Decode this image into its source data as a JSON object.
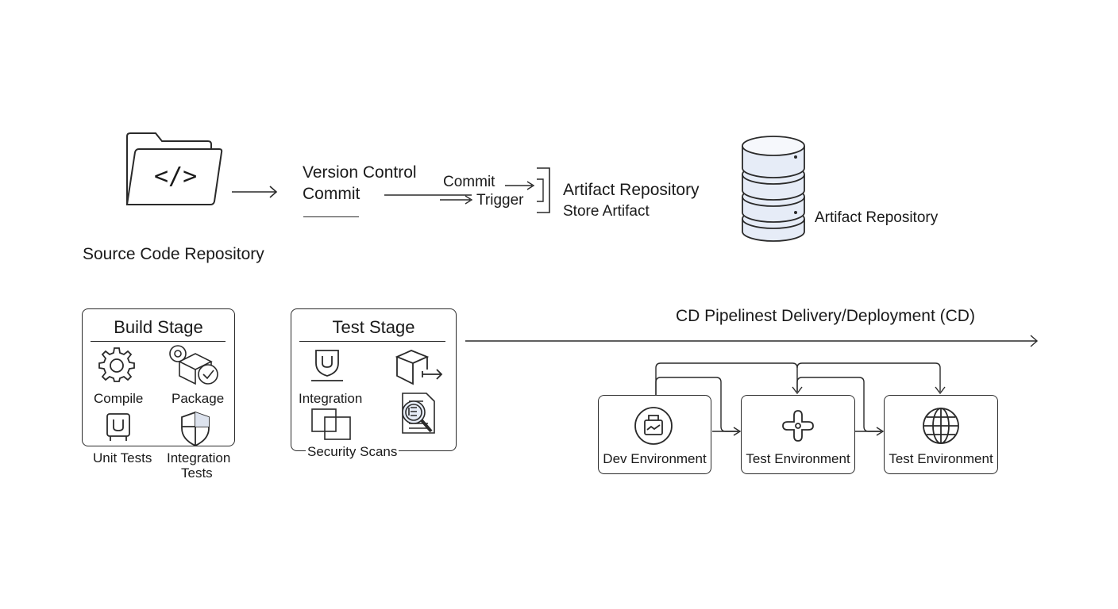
{
  "source": {
    "label": "Source Code Repository",
    "code_glyph": "</>"
  },
  "version_control": {
    "line1": "Version Control",
    "line2": "Commit"
  },
  "commit_trigger": {
    "commit": "Commit",
    "trigger": "Trigger"
  },
  "artifact_store": {
    "title": "Artifact Repository",
    "subtitle": "Store Artifact"
  },
  "artifact_db": {
    "label": "Artifact Repository"
  },
  "build_stage": {
    "title": "Build Stage",
    "items": [
      {
        "label": "Compile",
        "icon": "gear-icon"
      },
      {
        "label": "Package",
        "icon": "package-check-icon"
      },
      {
        "label": "Unit Tests",
        "icon": "flask-u-icon"
      },
      {
        "label": "Integration",
        "label2": "Tests",
        "icon": "shield-icon"
      }
    ]
  },
  "test_stage": {
    "title": "Test Stage",
    "items": [
      {
        "label": "Integration",
        "icon": "shield-u-icon"
      },
      {
        "label": "",
        "icon": "box-arrow-icon"
      },
      {
        "label": "",
        "icon": "overlap-squares-icon"
      },
      {
        "label": "",
        "icon": "document-magnifier-icon"
      }
    ],
    "footer": "Security Scans"
  },
  "cd": {
    "title": "CD  Pipelinest Delivery/Deployment (CD)",
    "environments": [
      {
        "label": "Dev Environment",
        "icon": "bag-chart-icon"
      },
      {
        "label": "Test Environment",
        "icon": "cross-node-icon"
      },
      {
        "label": "Test Environment",
        "icon": "globe-icon"
      }
    ]
  },
  "colors": {
    "stroke": "#2a2a2a",
    "db_fill": "#e6ecf7",
    "text": "#1a1a1a"
  }
}
